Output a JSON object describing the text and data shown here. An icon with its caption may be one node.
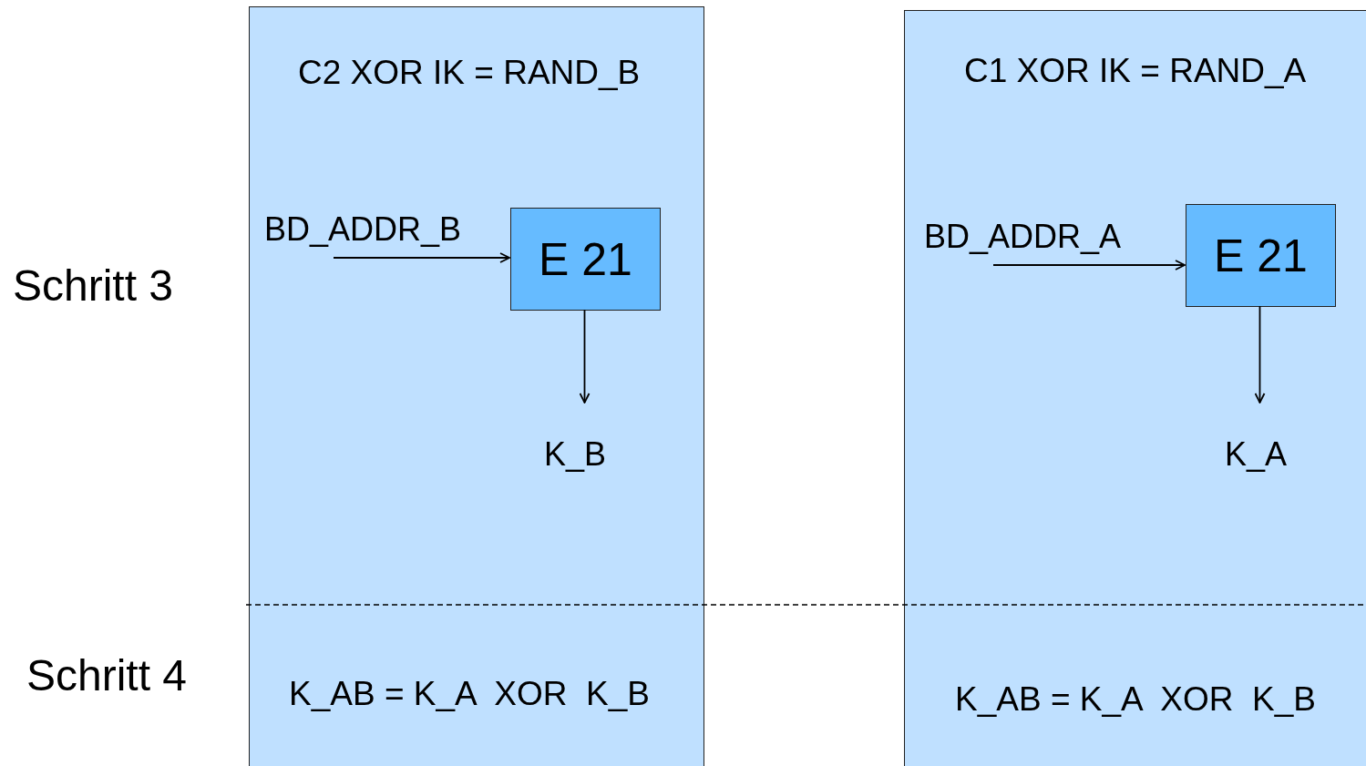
{
  "diagram": {
    "nodes": [
      {
        "text": [
          "C2 XOR IK = RAND_B",
          "K_AB = K_A  XOR  K_B"
        ]
      },
      {
        "text": [
          "BD_ADDR_B"
        ],
        "in": 0
      },
      {
        "text": [
          "E 21"
        ],
        "in": 0
      },
      {
        "text": [
          "K_B"
        ],
        "in": 0
      },
      {
        "text": [
          "C1 XOR IK = RAND_A",
          "K_AB = K_A  XOR  K_B"
        ]
      },
      {
        "text": [
          "BD_ADDR_A"
        ],
        "in": 4
      },
      {
        "text": [
          "E 21"
        ],
        "in": 4
      },
      {
        "text": [
          "K_A"
        ],
        "in": 4
      }
    ],
    "edges": [
      {
        "from": 1,
        "to": 2,
        "arrow": "to"
      },
      {
        "from": 2,
        "to": 3,
        "arrow": "to"
      },
      {
        "from": 5,
        "to": 6,
        "arrow": "to"
      },
      {
        "from": 6,
        "to": 7,
        "arrow": "to"
      }
    ],
    "labels": [
      "Schritt 3",
      "Schritt 4"
    ]
  }
}
